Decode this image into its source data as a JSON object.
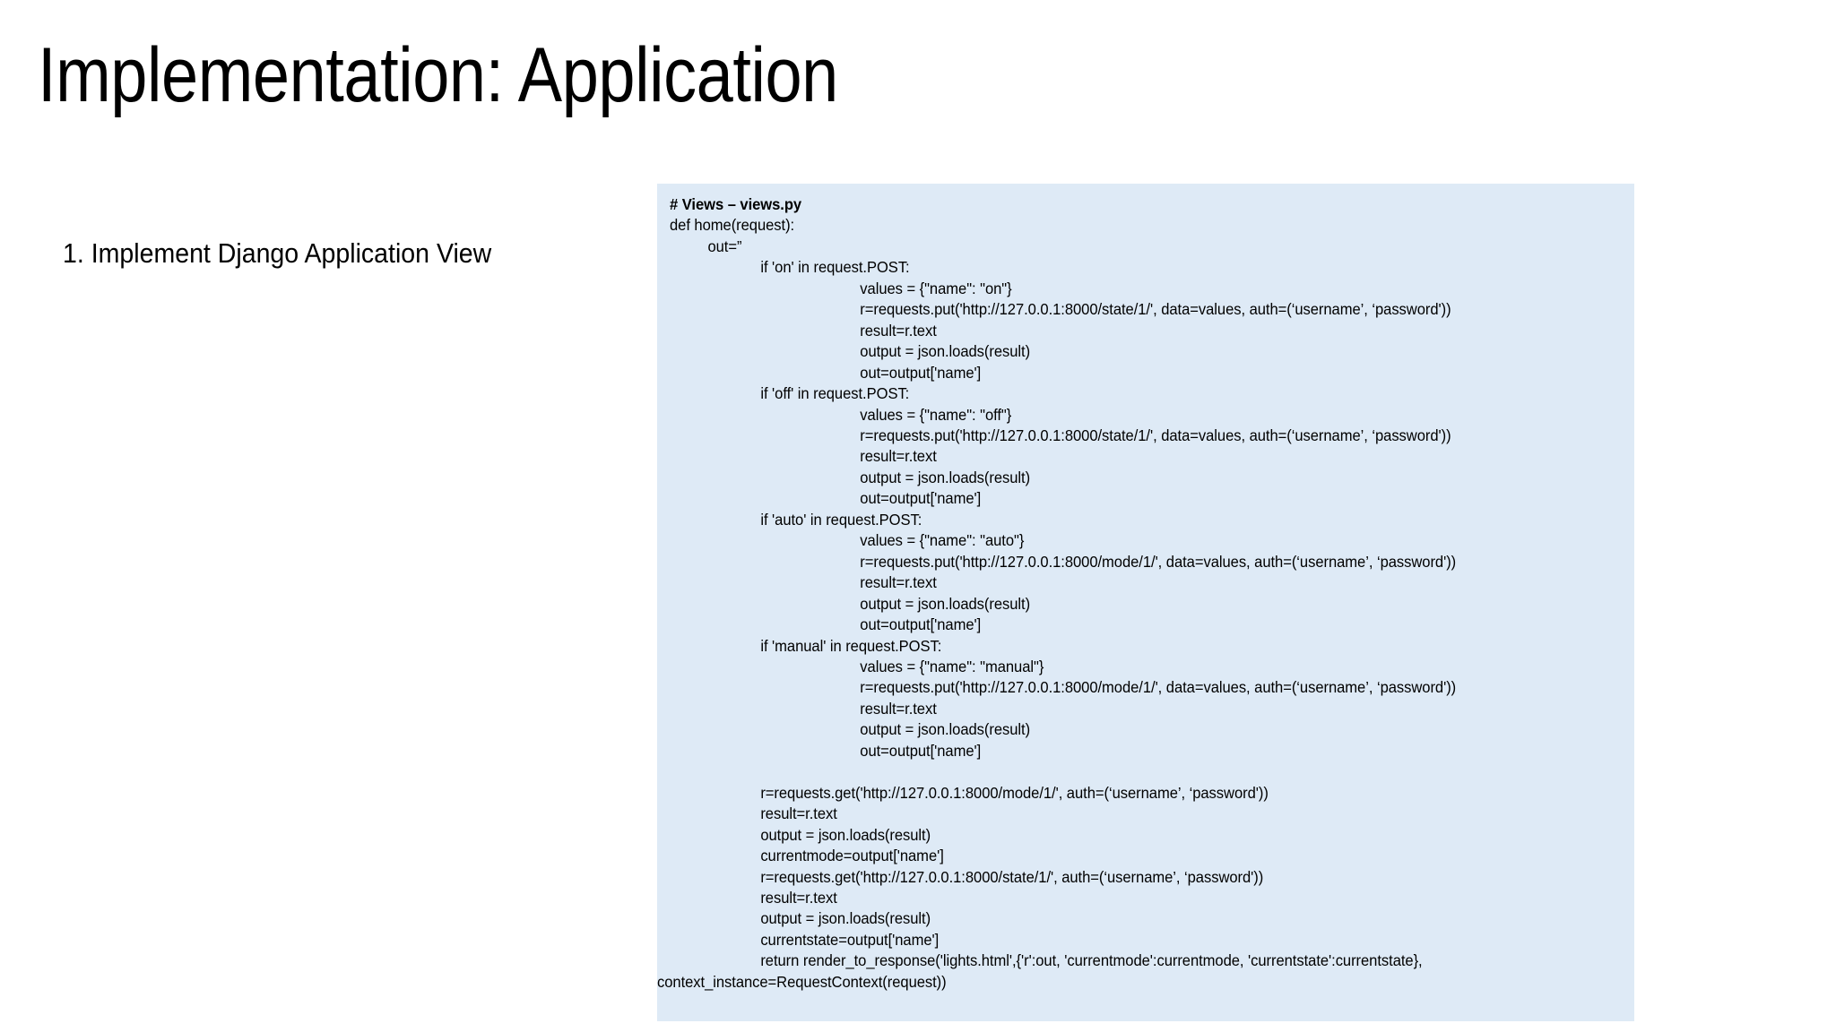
{
  "slide": {
    "title": "Implementation: Application",
    "background_color": "#ffffff"
  },
  "left_body": {
    "bullets": [
      "1. Implement Django Application View"
    ]
  },
  "code_panel": {
    "background_color": "#deeaf6",
    "text_color": "#000000",
    "header": "# Views – views.py",
    "lines": [
      {
        "text": "# Views – views.py",
        "indent": 0,
        "bold": true
      },
      {
        "text": "def home(request):",
        "indent": 0,
        "bold": false
      },
      {
        "text": "out=”",
        "indent": 1,
        "bold": false
      },
      {
        "text": "if 'on' in request.POST:",
        "indent": 2,
        "bold": false
      },
      {
        "text": "values = {\"name\": \"on\"}",
        "indent": 3,
        "bold": false
      },
      {
        "text": "r=requests.put('http://127.0.0.1:8000/state/1/', data=values, auth=(‘username’, ‘password'))",
        "indent": 3,
        "bold": false
      },
      {
        "text": "result=r.text",
        "indent": 3,
        "bold": false
      },
      {
        "text": "output = json.loads(result)",
        "indent": 3,
        "bold": false
      },
      {
        "text": "out=output['name']",
        "indent": 3,
        "bold": false
      },
      {
        "text": "if 'off' in request.POST:",
        "indent": 2,
        "bold": false
      },
      {
        "text": "values = {\"name\": \"off\"}",
        "indent": 3,
        "bold": false
      },
      {
        "text": "r=requests.put('http://127.0.0.1:8000/state/1/', data=values, auth=(‘username’, ‘password'))",
        "indent": 3,
        "bold": false
      },
      {
        "text": "result=r.text",
        "indent": 3,
        "bold": false
      },
      {
        "text": "output = json.loads(result)",
        "indent": 3,
        "bold": false
      },
      {
        "text": "out=output['name']",
        "indent": 3,
        "bold": false
      },
      {
        "text": "if 'auto' in request.POST:",
        "indent": 2,
        "bold": false
      },
      {
        "text": "values = {\"name\": \"auto\"}",
        "indent": 3,
        "bold": false
      },
      {
        "text": "r=requests.put('http://127.0.0.1:8000/mode/1/', data=values, auth=(‘username’, ‘password'))",
        "indent": 3,
        "bold": false
      },
      {
        "text": "result=r.text",
        "indent": 3,
        "bold": false
      },
      {
        "text": "output = json.loads(result)",
        "indent": 3,
        "bold": false
      },
      {
        "text": "out=output['name']",
        "indent": 3,
        "bold": false
      },
      {
        "text": "if 'manual' in request.POST:",
        "indent": 2,
        "bold": false
      },
      {
        "text": "values = {\"name\": \"manual\"}",
        "indent": 3,
        "bold": false
      },
      {
        "text": "r=requests.put('http://127.0.0.1:8000/mode/1/', data=values, auth=(‘username’, ‘password'))",
        "indent": 3,
        "bold": false
      },
      {
        "text": "result=r.text",
        "indent": 3,
        "bold": false
      },
      {
        "text": "output = json.loads(result)",
        "indent": 3,
        "bold": false
      },
      {
        "text": "out=output['name']",
        "indent": 3,
        "bold": false
      },
      {
        "text": " ",
        "indent": 0,
        "bold": false
      },
      {
        "text": "r=requests.get('http://127.0.0.1:8000/mode/1/', auth=(‘username’, ‘password'))",
        "indent": 2,
        "bold": false
      },
      {
        "text": "result=r.text",
        "indent": 2,
        "bold": false
      },
      {
        "text": "output = json.loads(result)",
        "indent": 2,
        "bold": false
      },
      {
        "text": "currentmode=output['name']",
        "indent": 2,
        "bold": false
      },
      {
        "text": "r=requests.get('http://127.0.0.1:8000/state/1/', auth=(‘username’, ‘password'))",
        "indent": 2,
        "bold": false
      },
      {
        "text": "result=r.text",
        "indent": 2,
        "bold": false
      },
      {
        "text": "output = json.loads(result)",
        "indent": 2,
        "bold": false
      },
      {
        "text": "currentstate=output['name']",
        "indent": 2,
        "bold": false
      },
      {
        "text": "return render_to_response('lights.html',{'r':out, 'currentmode':currentmode, 'currentstate':currentstate},",
        "indent": 2,
        "bold": false
      },
      {
        "text": "context_instance=RequestContext(request))",
        "indent": 4,
        "bold": false
      }
    ]
  }
}
